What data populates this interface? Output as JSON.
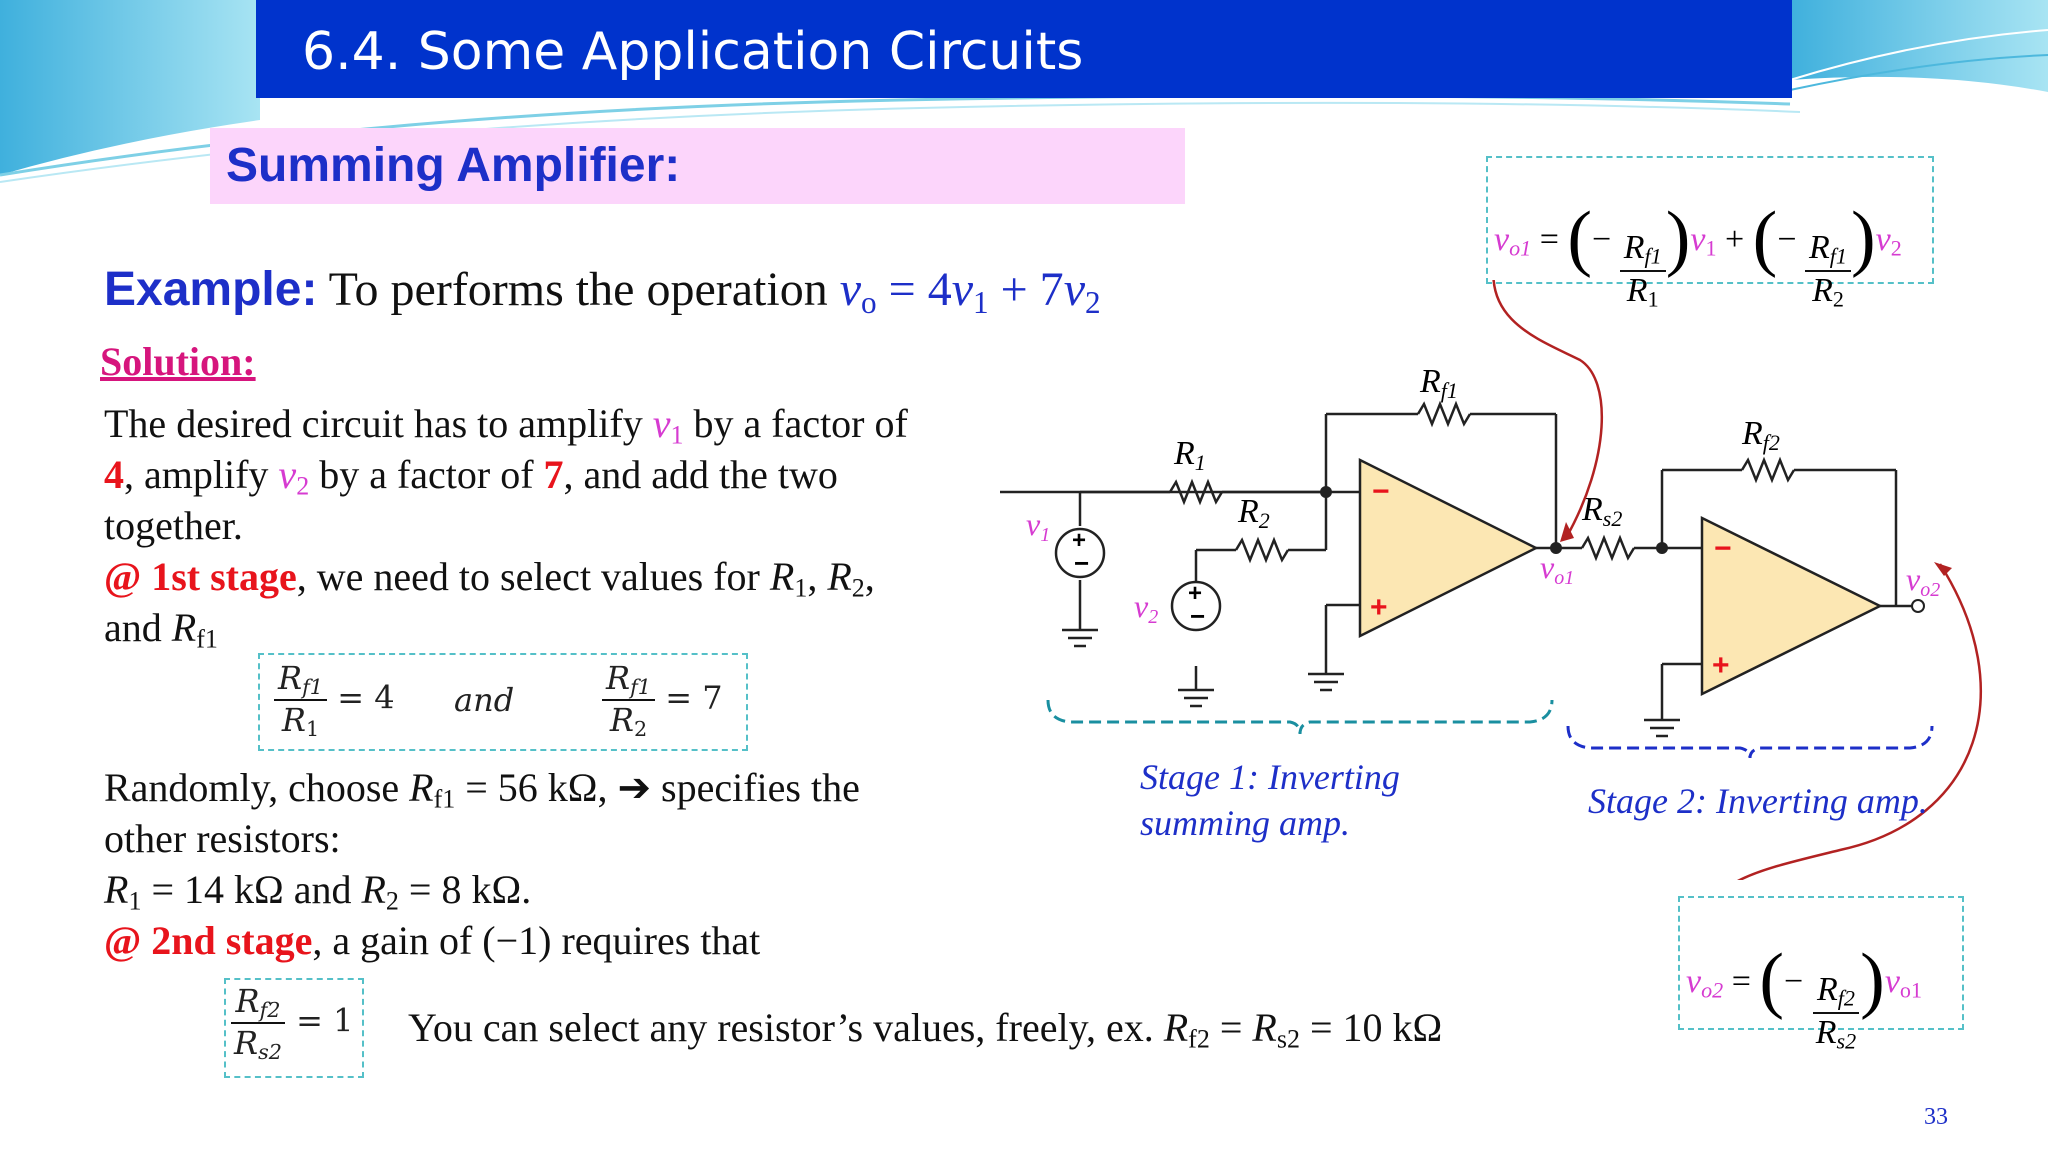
{
  "header": {
    "title": "6.4. Some Application Circuits"
  },
  "subtitle": "Summing Amplifier:",
  "example": {
    "label": "Example:",
    "text": "To performs the operation",
    "equation": "v",
    "eq_o": "o",
    "eq_rest_a": " = 4",
    "eq_v1": "v",
    "eq_1": "1",
    "eq_rest_b": " + 7",
    "eq_v2": "v",
    "eq_2": "2"
  },
  "solution": {
    "label": "Solution:",
    "l1a": "The desired circuit has to amplify ",
    "l1v": "v",
    "l1s": "1",
    "l1b": " by a factor of",
    "l2n": "4",
    "l2a": ", amplify ",
    "l2v": "v",
    "l2s": "2",
    "l2b": " by a factor of ",
    "l2n2": "7",
    "l2c": ", and add the two",
    "l3": "together.",
    "l4a": "@ 1st stage",
    "l4b": ", we need to select values for ",
    "l4r1": "R",
    "l4s1": "1",
    "l4c": ", ",
    "l4r2": "R",
    "l4s2": "2",
    "l4d": ",",
    "l5a": "and ",
    "l5r": "R",
    "l5s": "f1",
    "f1_num": "R",
    "f1_num_sub": "f1",
    "f1_den": "R",
    "f1_den_sub": "1",
    "f1_eq": "= 4",
    "and": "and",
    "f2_num": "R",
    "f2_num_sub": "f1",
    "f2_den": "R",
    "f2_den_sub": "2",
    "f2_eq": "= 7",
    "l6a": "Randomly, choose ",
    "l6r": "R",
    "l6s": "f1",
    "l6b": " = 56 kΩ, ➔ specifies the",
    "l7": "other resistors:",
    "l8r1": "R",
    "l8s1": "1",
    "l8a": " = 14 kΩ and ",
    "l8r2": "R",
    "l8s2": "2",
    "l8b": " = 8 kΩ.",
    "l9a": "@ 2nd stage",
    "l9b": ", a gain of (−1) requires that",
    "f3_num": "R",
    "f3_num_sub": "f2",
    "f3_den": "R",
    "f3_den_sub": "s2",
    "f3_eq": "= 1",
    "l10a": "You can select any resistor’s values, freely, ex. ",
    "l10r1": "R",
    "l10s1": "f2",
    "l10b": " = ",
    "l10r2": "R",
    "l10s2": "s2",
    "l10c": " = 10 kΩ"
  },
  "formula_top": {
    "lhs": "v",
    "lhs_sub": "o1",
    "eq": "=",
    "minus1": "−",
    "n1": "R",
    "n1s": "f1",
    "d1": "R",
    "d1s": "1",
    "v1": "v",
    "v1s": "1",
    "plus": "+",
    "minus2": "−",
    "n2": "R",
    "n2s": "f1",
    "d2": "R",
    "d2s": "2",
    "v2": "v",
    "v2s": "2"
  },
  "formula_bottom": {
    "lhs": "v",
    "lhs_sub": "o2",
    "eq": "=",
    "minus": "−",
    "n": "R",
    "ns": "f2",
    "d": "R",
    "ds": "s2",
    "v": "v",
    "vs": "o1"
  },
  "circuit": {
    "rf1": "R",
    "rf1s": "f1",
    "rf2": "R",
    "rf2s": "f2",
    "r1": "R",
    "r1s": "1",
    "r2": "R",
    "r2s": "2",
    "rs2": "R",
    "rs2s": "s2",
    "v1": "v",
    "v1s": "1",
    "v2": "v",
    "v2s": "2",
    "vo1": "v",
    "vo1s": "o1",
    "vo2": "v",
    "vo2s": "o2",
    "minus": "−",
    "plus": "+"
  },
  "stage1": {
    "line1": "Stage 1: Inverting",
    "line2": "summing amp."
  },
  "stage2": {
    "line1": "Stage 2: Inverting amp."
  },
  "page_number": "33",
  "colors": {
    "title_bar": "#0033cc",
    "subtitle_bg": "#fcd5fb",
    "accent_blue": "#1d2fc8",
    "accent_red": "#e8141c",
    "accent_magenta": "#d63bd1",
    "opamp_fill": "#fce7b3",
    "arrow": "#b22222"
  }
}
